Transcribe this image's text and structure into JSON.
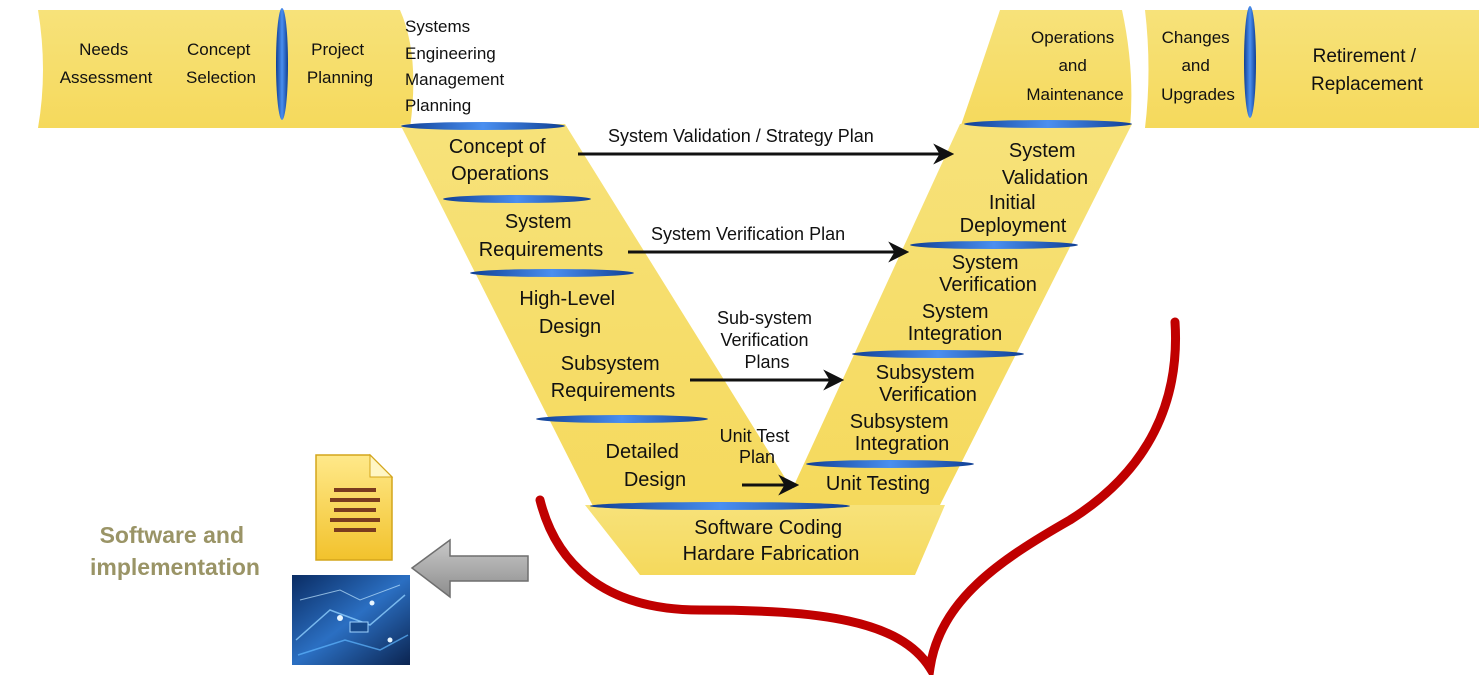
{
  "top_band_left": {
    "needs_assessment": [
      "Needs",
      "Assessment"
    ],
    "concept_selection": [
      "Concept",
      "Selection"
    ],
    "project_planning": [
      "Project",
      "Planning"
    ],
    "sem_planning": [
      "Systems",
      "Engineering",
      "Management",
      "Planning"
    ]
  },
  "top_band_right": {
    "ops_maintenance": [
      "Operations",
      "and",
      "Maintenance"
    ],
    "changes_upgrades": [
      "Changes",
      "and",
      "Upgrades"
    ],
    "retirement": [
      "Retirement /",
      "Replacement"
    ]
  },
  "left_arm": {
    "concept_of_operations": [
      "Concept of",
      "Operations"
    ],
    "system_requirements": [
      "System",
      "Requirements"
    ],
    "high_level_design": [
      "High-Level",
      "Design"
    ],
    "subsystem_requirements": [
      "Subsystem",
      "Requirements"
    ],
    "detailed_design": [
      "Detailed",
      "Design"
    ]
  },
  "bottom": {
    "software_coding": "Software Coding",
    "hardware_fabrication": "Hardare Fabrication"
  },
  "right_arm": {
    "system_validation": [
      "System",
      "Validation"
    ],
    "initial_deployment": [
      "Initial",
      "Deployment"
    ],
    "system_verification": [
      "System",
      "Verification"
    ],
    "system_integration": [
      "System",
      "Integration"
    ],
    "subsystem_verification": [
      "Subsystem",
      "Verification"
    ],
    "subsystem_integration": [
      "Subsystem",
      "Integration"
    ],
    "unit_testing": "Unit Testing"
  },
  "arrows": {
    "validation_plan": "System Validation / Strategy Plan",
    "verification_plan": "System Verification Plan",
    "subsystem_plans": [
      "Sub-system",
      "Verification",
      "Plans"
    ],
    "unit_test_plan": [
      "Unit Test",
      "Plan"
    ]
  },
  "side_note": [
    "Software and",
    "implementation"
  ],
  "icons": [
    "document-icon",
    "circuit-board-image",
    "left-arrow-icon",
    "red-brace-icon"
  ],
  "colors": {
    "band_fill": "#f8df6b",
    "divider": "#1e5fc4",
    "brace": "#c00000",
    "side_text": "#9a9466"
  }
}
